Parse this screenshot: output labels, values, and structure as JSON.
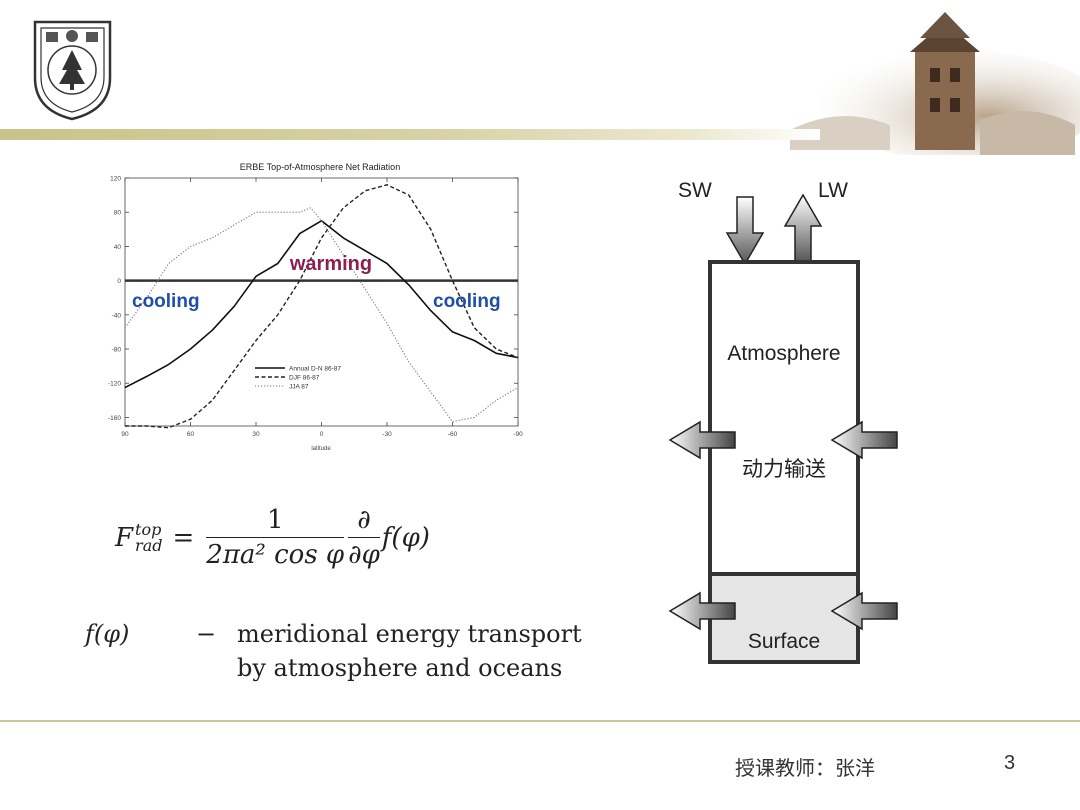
{
  "chart_data": {
    "type": "line",
    "title": "ERBE Top-of-Atmosphere Net Radiation",
    "xlabel": "latitude",
    "x_ticks": [
      90,
      60,
      30,
      0,
      -30,
      -60,
      -90
    ],
    "y_ticks": [
      120,
      80,
      40,
      0,
      -40,
      -80,
      -120,
      -160
    ],
    "xlim": [
      90,
      -90
    ],
    "ylim": [
      -170,
      120
    ],
    "grid": false,
    "legend_position": "lower-center",
    "series": [
      {
        "name": "Annual D-N 86-87",
        "style": "solid",
        "x": [
          90,
          80,
          70,
          60,
          50,
          40,
          30,
          20,
          10,
          0,
          -10,
          -20,
          -30,
          -40,
          -50,
          -60,
          -70,
          -80,
          -90
        ],
        "y": [
          -125,
          -112,
          -98,
          -80,
          -58,
          -30,
          5,
          20,
          55,
          70,
          50,
          35,
          20,
          -5,
          -35,
          -60,
          -70,
          -85,
          -90
        ]
      },
      {
        "name": "DJF 86-87",
        "style": "dashed",
        "x": [
          90,
          80,
          70,
          60,
          50,
          40,
          30,
          20,
          10,
          0,
          -10,
          -20,
          -30,
          -40,
          -50,
          -60,
          -70,
          -80,
          -90
        ],
        "y": [
          -170,
          -170,
          -172,
          -162,
          -140,
          -105,
          -70,
          -40,
          0,
          50,
          85,
          105,
          112,
          100,
          60,
          0,
          -55,
          -80,
          -90
        ]
      },
      {
        "name": "JJA 87",
        "style": "dotted",
        "x": [
          90,
          80,
          70,
          60,
          50,
          40,
          30,
          20,
          10,
          5,
          0,
          -10,
          -20,
          -30,
          -40,
          -50,
          -60,
          -70,
          -80,
          -90
        ],
        "y": [
          -55,
          -20,
          20,
          40,
          50,
          65,
          80,
          80,
          80,
          85,
          70,
          30,
          -10,
          -50,
          -95,
          -130,
          -165,
          -160,
          -140,
          -125
        ]
      }
    ],
    "annotations": {
      "warming": "warming",
      "cooling_left": "cooling",
      "cooling_right": "cooling"
    }
  },
  "diagram": {
    "sw_label": "SW",
    "lw_label": "LW",
    "atmosphere_label": "Atmosphere",
    "transport_label": "动力输送",
    "surface_label": "Surface"
  },
  "formula": {
    "F": "F",
    "sup": "top",
    "sub": "rad",
    "equals": "=",
    "numerator": "1",
    "denominator": "2πa² cos φ",
    "partial_num": "∂",
    "partial_den": "∂φ",
    "func": "f(φ)"
  },
  "definition": {
    "symbol": "f(φ)",
    "dash": "−",
    "line1": "meridional energy transport",
    "line2": "by atmosphere and oceans"
  },
  "footer": {
    "instructor": "授课教师：张洋",
    "page_number": "3"
  },
  "colors": {
    "warming": "#8b1f4f",
    "cooling": "#1f4fa8",
    "rule": "#cfc79a"
  }
}
